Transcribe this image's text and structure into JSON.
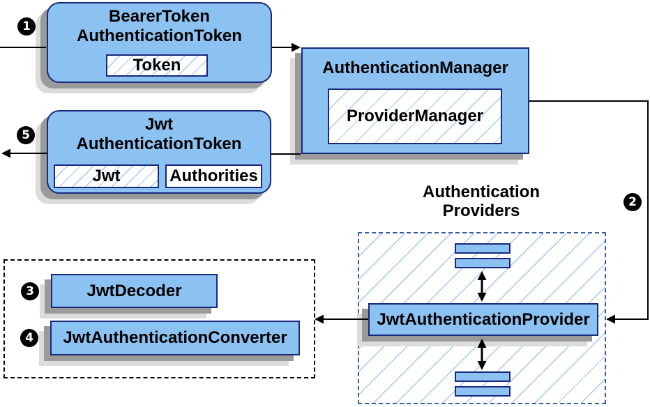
{
  "badges": {
    "step1": "1",
    "step2": "2",
    "step3": "3",
    "step4": "4",
    "step5": "5"
  },
  "nodes": {
    "bearer_token": {
      "title_line1": "BearerToken",
      "title_line2": "AuthenticationToken",
      "field_token": "Token"
    },
    "authentication_manager": {
      "title": "AuthenticationManager",
      "inner": "ProviderManager"
    },
    "jwt_token": {
      "title_line1": "Jwt",
      "title_line2": "AuthenticationToken",
      "field_jwt": "Jwt",
      "field_authorities": "Authorities"
    },
    "providers_group": {
      "heading_line1": "Authentication",
      "heading_line2": "Providers",
      "provider": "JwtAuthenticationProvider"
    },
    "converter_group": {
      "decoder": "JwtDecoder",
      "converter": "JwtAuthenticationConverter"
    }
  },
  "colors": {
    "node_fill": "#8cc2f2",
    "node_border": "#18297c",
    "hatch_line": "#a6c9ee",
    "providers_dash_border": "#3a5f9e",
    "converter_dash_border": "#000000",
    "arrow": "#000000",
    "shadow_dark": "#9a9a9a",
    "shadow_light": "#dcdcdc",
    "badge_bg": "#000000",
    "badge_text": "#ffffff"
  }
}
